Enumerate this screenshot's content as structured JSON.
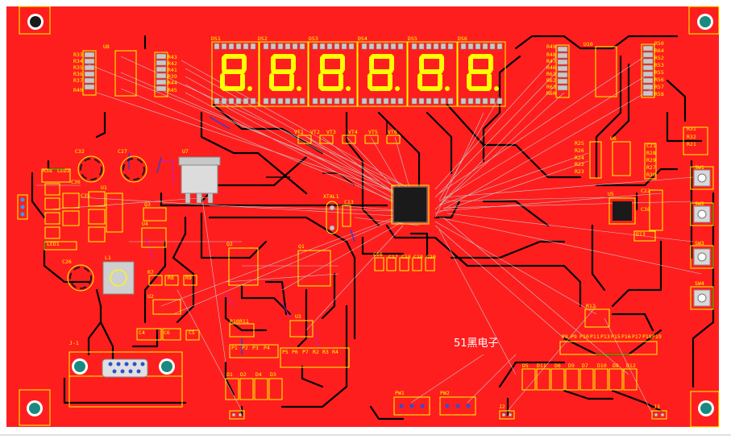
{
  "board": {
    "bg_color": "#ff1e1e",
    "silk_color": "#ffff00",
    "trace_color": "#000000",
    "ratsnest_color": "#c9c9c9"
  },
  "center_label": "51黑电子",
  "digits": [
    {
      "ref": "DS1"
    },
    {
      "ref": "DS2"
    },
    {
      "ref": "DS3"
    },
    {
      "ref": "DS4"
    },
    {
      "ref": "DS5"
    },
    {
      "ref": "DS6"
    }
  ],
  "labels": {
    "u8": "U8",
    "u10": "U10",
    "u7": "U7",
    "u6": "U6",
    "u5": "U5",
    "u2": "U2",
    "u3": "U3",
    "u1": "U1",
    "u4": "U4",
    "q1": "Q1",
    "q2": "Q2",
    "q3": "Q3",
    "xtal": "XTAL1",
    "j1": "J-1",
    "l1": "L1",
    "led2": "LED2",
    "led1": "LED1",
    "r38": "R38",
    "c32": "C32",
    "c27": "C27",
    "c26": "C26",
    "c35": "C35",
    "c36": "C36",
    "c38": "C38",
    "c16": "C16",
    "c17": "C17",
    "c18": "C18",
    "c19": "C19",
    "c20": "C20",
    "c13": "C13",
    "c4": "C4",
    "c5": "C5",
    "c6": "C6",
    "c22": "C22",
    "c21": "C21",
    "sw1": "SW1",
    "sw2": "SW2",
    "sw3": "SW3",
    "sw4": "SW4",
    "pw1": "PW1",
    "pw2": "PW2",
    "j2": "J2",
    "j3": "J3",
    "r33": "R33",
    "r34": "R34",
    "r35": "R35",
    "r36": "R36",
    "r37": "R37",
    "r39": "R39",
    "r40": "R40",
    "r41": "R41",
    "r42": "R42",
    "r43": "R43",
    "r44": "R44",
    "r45": "R45",
    "r46": "R46",
    "r47": "R47",
    "r48": "R48",
    "r49": "R49",
    "r50": "R50",
    "r51": "R51",
    "r52": "R52",
    "r53": "R53",
    "r54": "R54",
    "r55": "R55",
    "r56": "R56",
    "r57": "R57",
    "r58": "R58",
    "r59": "R59",
    "r60": "R60",
    "r61": "R61",
    "r62": "R62",
    "r63": "R63",
    "r64": "R64",
    "r23": "R23",
    "r24": "R24",
    "r25": "R25",
    "r26": "R26",
    "r27": "R27",
    "r28": "R28",
    "r29": "R29",
    "r30": "R30",
    "r31": "R31",
    "r32": "R32",
    "r22": "R22",
    "r21": "R21",
    "vt1": "VT1",
    "vt2": "VT2",
    "vt3": "VT3",
    "vt4": "VT4",
    "vt5": "VT5",
    "vt6": "VT6",
    "d1": "D1",
    "d2": "D2",
    "d3": "D3",
    "d4": "D4",
    "d5": "D5",
    "d6": "D6",
    "d7": "D7",
    "d8": "D8",
    "d9": "D9",
    "d10": "D10",
    "d11": "D11",
    "d12": "D12",
    "d13": "D13",
    "p1": "P1",
    "p2": "P2",
    "p3": "P3",
    "p4": "P4",
    "p5": "P5",
    "p6": "P6",
    "p7": "P7",
    "p8": "P8",
    "p9": "P9",
    "p10": "P10",
    "p11": "P11",
    "p12": "P12",
    "p13": "P13",
    "p14": "P14",
    "p15": "P15",
    "p16": "P16",
    "p17": "P17",
    "p18": "P18",
    "p19": "P19",
    "r1": "R1",
    "r2": "R2",
    "r3": "R3",
    "r4": "R4",
    "r5": "R5",
    "r6": "R6",
    "r7": "R7",
    "r8": "R8",
    "r9": "R9",
    "r10": "R10",
    "r11": "R11",
    "r12": "R12"
  }
}
